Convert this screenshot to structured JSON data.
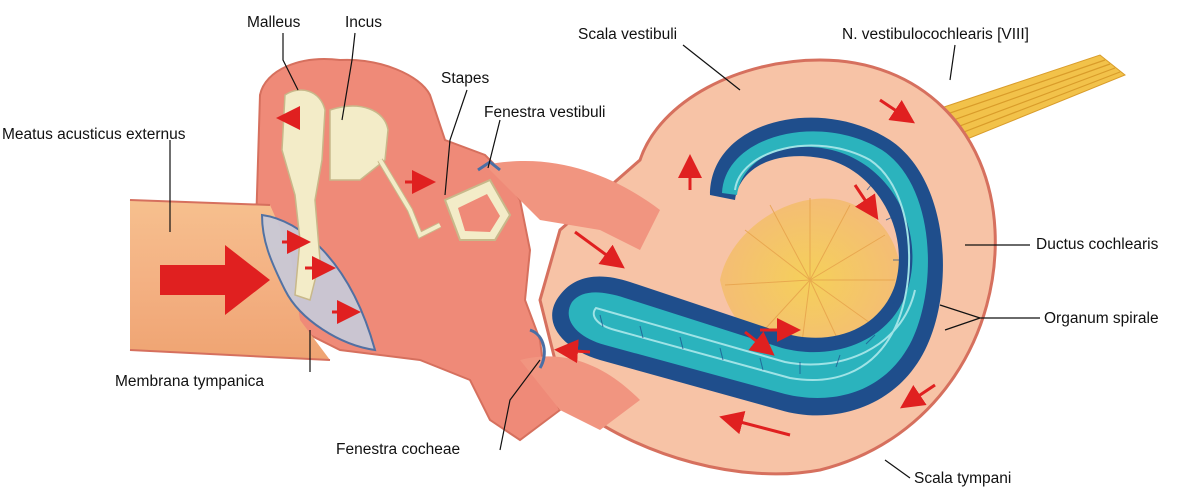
{
  "labels": {
    "malleus": "Malleus",
    "incus": "Incus",
    "stapes": "Stapes",
    "fenestra_vestibuli": "Fenestra vestibuli",
    "meatus": "Meatus acusticus externus",
    "membrana": "Membrana tympanica",
    "fenestra_cocheae": "Fenestra cocheae",
    "scala_vestibuli": "Scala vestibuli",
    "n_vestibulocochlearis": "N. vestibulocochlearis [VIII]",
    "ductus": "Ductus cochlearis",
    "organum": "Organum spirale",
    "scala_tympani": "Scala tympani"
  },
  "colors": {
    "canal": "#f4b183",
    "tissue": "#ef8a78",
    "cochlea_fluid": "#f7c3a6",
    "duct_teal": "#2bb3bd",
    "duct_blue": "#1f4e8c",
    "arrow": "#e02020",
    "ossicle": "#f3ecc8",
    "nerve": "#f2c24a"
  }
}
